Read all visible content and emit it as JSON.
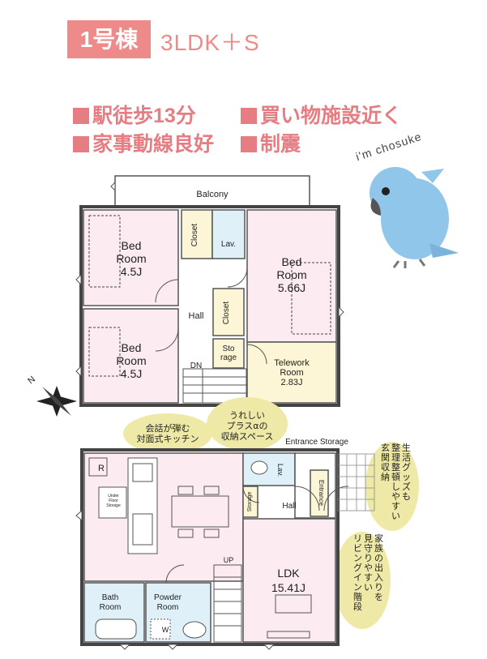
{
  "header": {
    "building": "1号棟",
    "plan_type": "3LDK＋S"
  },
  "features": [
    "駅徒歩13分",
    "買い物施設近く",
    "家事動線良好",
    "制震"
  ],
  "mascot": {
    "label": "i'm chosuke"
  },
  "colors": {
    "accent": "#ee8a8a",
    "feature_text": "#e57d82",
    "room_pink": "#fcebf0",
    "room_yellow": "#fdf6d6",
    "room_blue": "#dff0f8",
    "bubble": "#eee9a6"
  },
  "floor2": {
    "balcony": "Balcony",
    "bed1": {
      "name": "Bed\nRoom",
      "size": "4.5J"
    },
    "bed2": {
      "name": "Bed\nRoom",
      "size": "4.5J"
    },
    "bed3": {
      "name": "Bed\nRoom",
      "size": "5.66J"
    },
    "telework": {
      "name": "Telework\nRoom",
      "size": "2.83J"
    },
    "closet1": "Closet",
    "closet2": "Closet",
    "lav": "Lav.",
    "hall": "Hall",
    "storage": "Sto\nrage",
    "dn": "DN"
  },
  "floor1": {
    "ldk": {
      "name": "LDK",
      "size": "15.41J"
    },
    "bath": "Bath\nRoom",
    "powder": "Powder\nRoom",
    "lav": "Lav.",
    "hall": "Hall",
    "storage": "Storage",
    "entrance": "Entrance",
    "entrance_storage": "Entrance Storage",
    "under_floor": "Under\nFloor\nStorage",
    "up": "UP",
    "r": "R",
    "w": "W"
  },
  "bubbles": {
    "kitchen": "会話が弾む\n対面式キッチン",
    "storage": "うれしい\nプラスαの\n収納スペース",
    "entrance": "生活グッズも\n整理整頓しやすい\n玄関収納",
    "living": "家族の出入りを\n見守りやすい\nリビングイン階段"
  },
  "compass": "N"
}
